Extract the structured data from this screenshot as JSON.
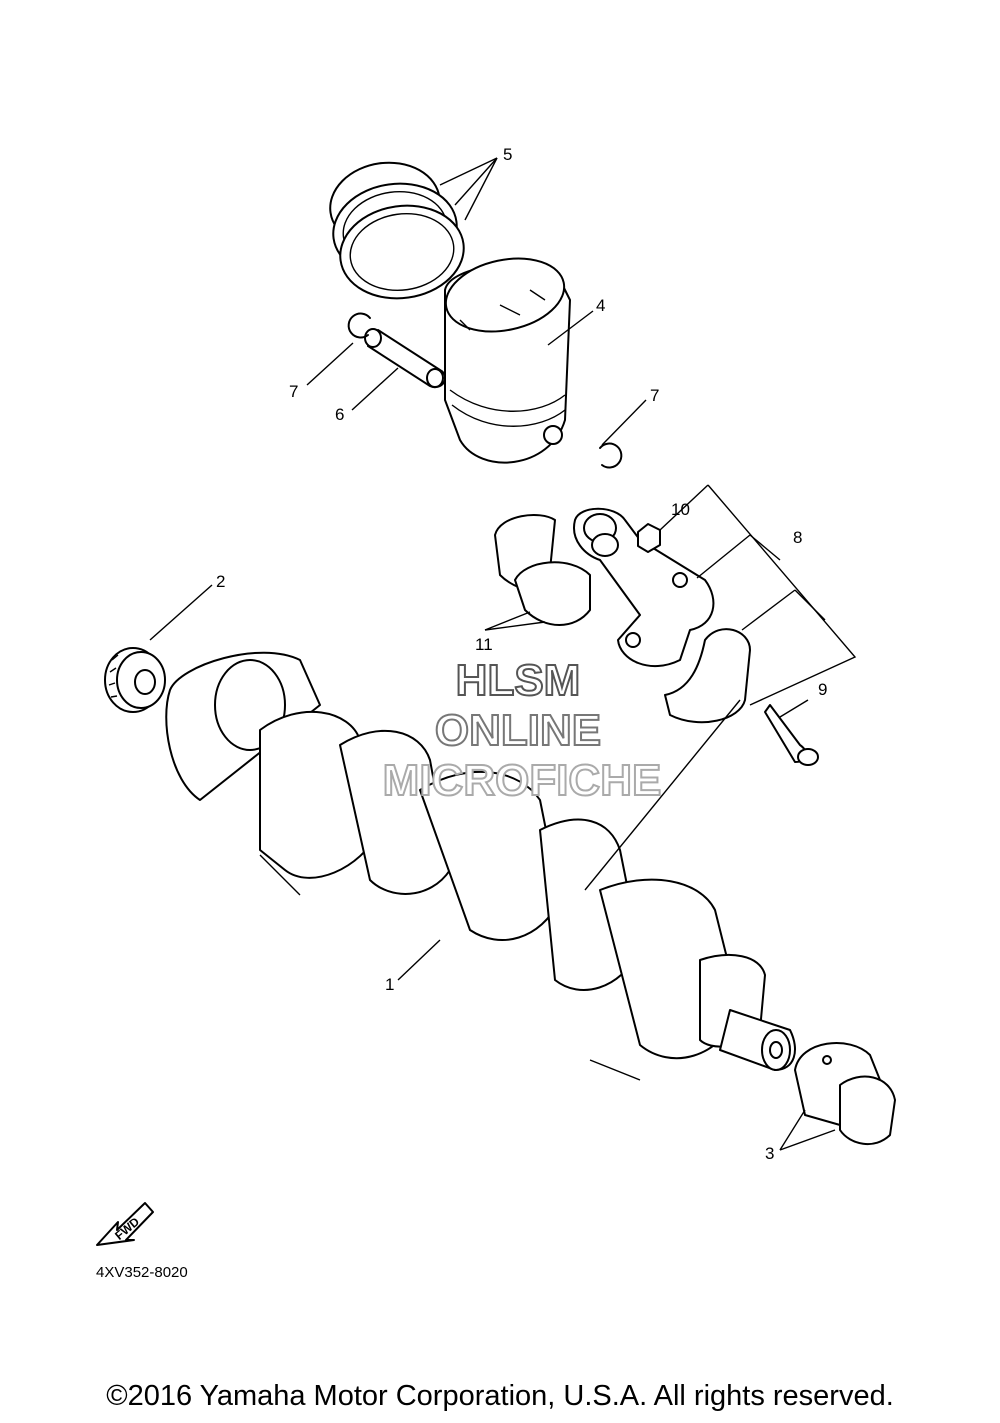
{
  "diagram": {
    "callouts": {
      "c1": "1",
      "c2": "2",
      "c3": "3",
      "c4": "4",
      "c5": "5",
      "c6": "6",
      "c7a": "7",
      "c7b": "7",
      "c8": "8",
      "c9": "9",
      "c10": "10",
      "c11": "11"
    },
    "fwd_label": "FWD",
    "part_code": "4XV352-8020"
  },
  "watermark": {
    "line1": "HLSM",
    "line2": "ONLINE",
    "line3": "MICROFICHE",
    "colors": [
      "#555555",
      "#777777",
      "#aaaaaa"
    ]
  },
  "footer": {
    "copyright": "©2016 Yamaha Motor Corporation, U.S.A. All rights reserved."
  }
}
